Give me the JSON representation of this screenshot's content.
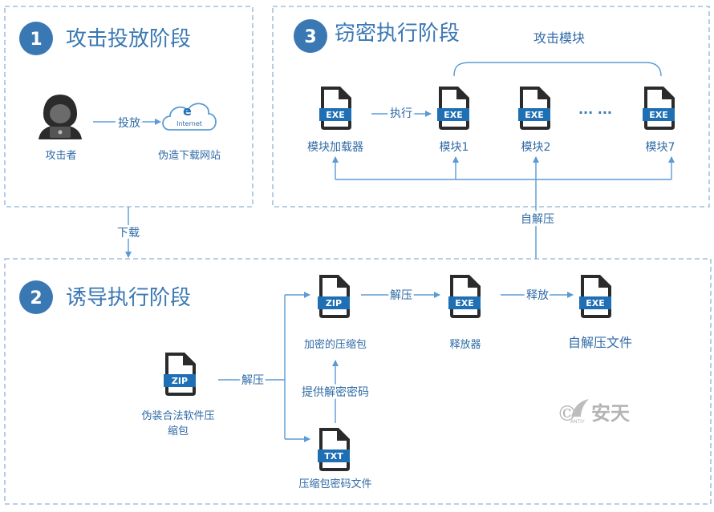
{
  "stages": [
    {
      "number": "1",
      "title": "攻击投放阶段"
    },
    {
      "number": "2",
      "title": "诱导执行阶段"
    },
    {
      "number": "3",
      "title": "窃密执行阶段"
    }
  ],
  "stage1": {
    "attacker_label": "攻击者",
    "deliver_label": "投放",
    "internet_label": "Internet",
    "site_label": "伪造下载网站"
  },
  "between": {
    "download_label": "下载",
    "self_extract_label": "自解压"
  },
  "stage2": {
    "zip_tag": "ZIP",
    "fake_zip_label": "伪装合法软件压",
    "fake_zip_label_line2": "缩包",
    "unzip_label_1": "解压",
    "encrypted_zip_label": "加密的压缩包",
    "provide_pwd_label": "提供解密密码",
    "txt_tag": "TXT",
    "pwd_file_label": "压缩包密码文件",
    "unzip_label_2": "解压",
    "exe_tag": "EXE",
    "releaser_label": "释放器",
    "release_label": "释放",
    "sfx_label": "自解压文件"
  },
  "stage3": {
    "exe_tag": "EXE",
    "loader_label": "模块加载器",
    "exec_label": "执行",
    "attack_modules_label": "攻击模块",
    "module1_label": "模块1",
    "module2_label": "模块2",
    "ellipsis": "··· ···",
    "module7_label": "模块7"
  },
  "watermark": {
    "copyright": "©",
    "brand_small": "ANTIY",
    "brand": "安天"
  },
  "colors": {
    "accent": "#3a78b4",
    "line": "#5b9bd5",
    "file_dark": "#2b2b2b",
    "tag_blue": "#1f6fb5"
  }
}
